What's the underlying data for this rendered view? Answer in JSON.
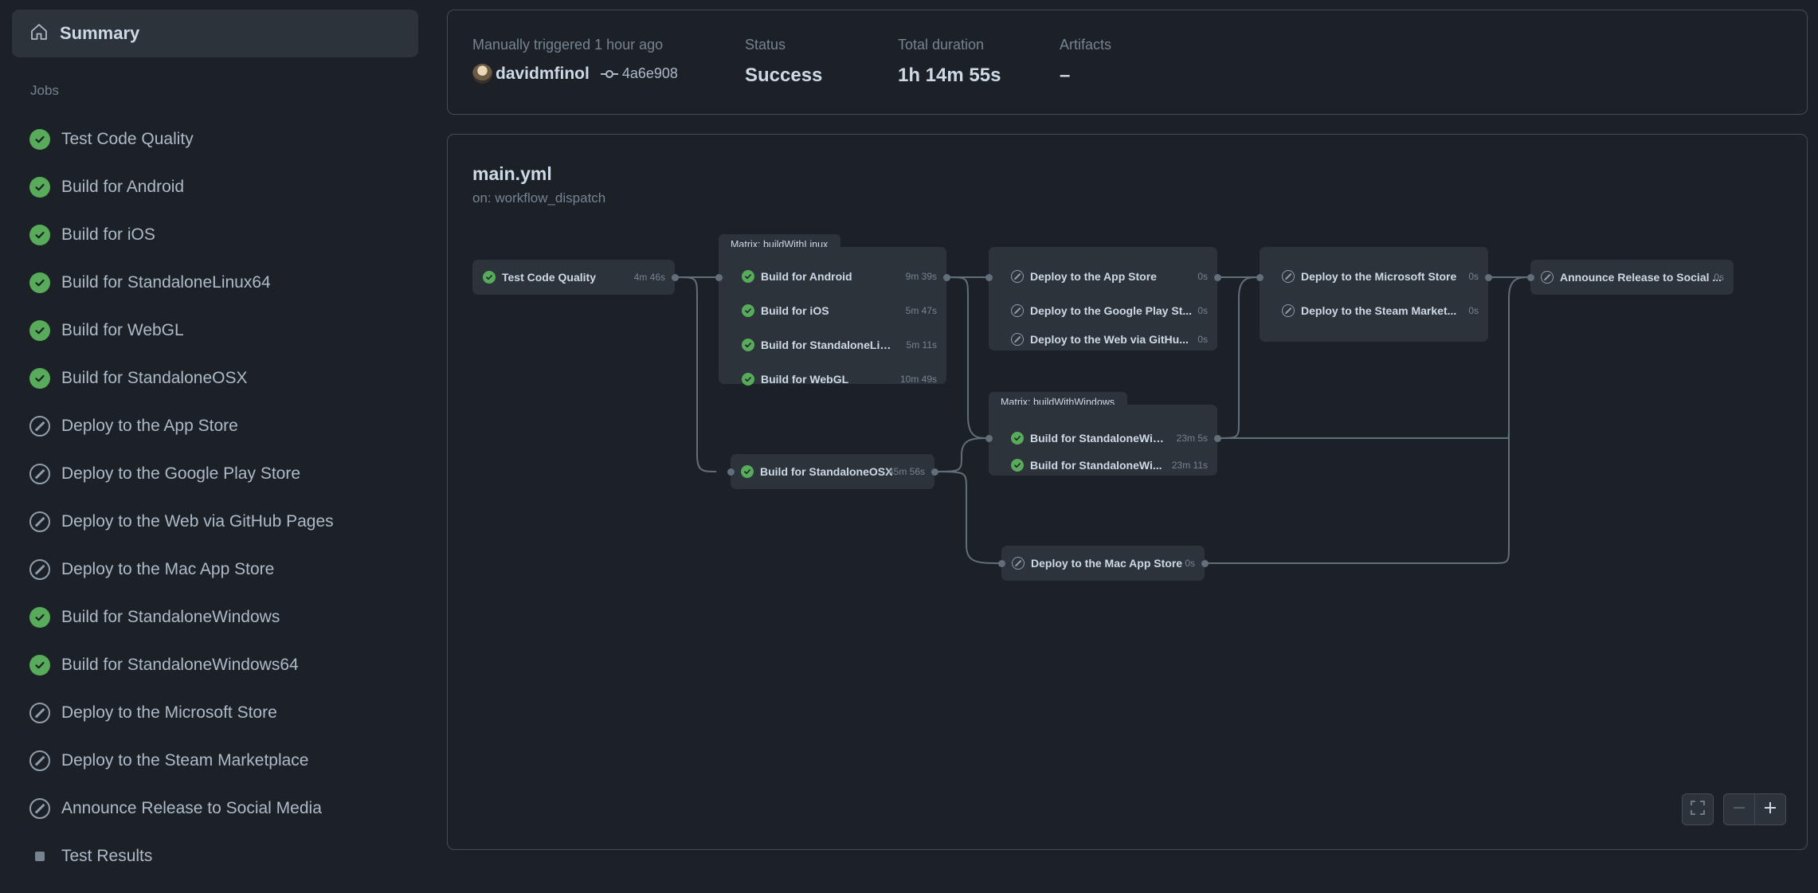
{
  "sidebar": {
    "summary_label": "Summary",
    "jobs_heading": "Jobs",
    "jobs": [
      {
        "label": "Test Code Quality",
        "status": "success"
      },
      {
        "label": "Build for Android",
        "status": "success"
      },
      {
        "label": "Build for iOS",
        "status": "success"
      },
      {
        "label": "Build for StandaloneLinux64",
        "status": "success"
      },
      {
        "label": "Build for WebGL",
        "status": "success"
      },
      {
        "label": "Build for StandaloneOSX",
        "status": "success"
      },
      {
        "label": "Deploy to the App Store",
        "status": "skipped"
      },
      {
        "label": "Deploy to the Google Play Store",
        "status": "skipped"
      },
      {
        "label": "Deploy to the Web via GitHub Pages",
        "status": "skipped"
      },
      {
        "label": "Deploy to the Mac App Store",
        "status": "skipped"
      },
      {
        "label": "Build for StandaloneWindows",
        "status": "success"
      },
      {
        "label": "Build for StandaloneWindows64",
        "status": "success"
      },
      {
        "label": "Deploy to the Microsoft Store",
        "status": "skipped"
      },
      {
        "label": "Deploy to the Steam Marketplace",
        "status": "skipped"
      },
      {
        "label": "Announce Release to Social Media",
        "status": "skipped"
      },
      {
        "label": "Test Results",
        "status": "artifact"
      }
    ]
  },
  "run_summary": {
    "trigger_label": "Manually triggered 1 hour ago",
    "actor": "davidmfinol",
    "commit": "4a6e908",
    "status_label": "Status",
    "status_value": "Success",
    "duration_label": "Total duration",
    "duration_value": "1h 14m 55s",
    "artifacts_label": "Artifacts",
    "artifacts_value": "–"
  },
  "workflow": {
    "file": "main.yml",
    "trigger": "on: workflow_dispatch",
    "matrix_linux_label": "Matrix: buildWithLinux",
    "matrix_windows_label": "Matrix: buildWithWindows",
    "nodes": {
      "test": {
        "label": "Test Code Quality",
        "duration": "4m 46s",
        "status": "success"
      },
      "android": {
        "label": "Build for Android",
        "duration": "9m 39s",
        "status": "success"
      },
      "ios": {
        "label": "Build for iOS",
        "duration": "5m 47s",
        "status": "success"
      },
      "linux64": {
        "label": "Build for StandaloneLinu...",
        "duration": "5m 11s",
        "status": "success"
      },
      "webgl": {
        "label": "Build for WebGL",
        "duration": "10m 49s",
        "status": "success"
      },
      "osx": {
        "label": "Build for StandaloneOSX",
        "duration": "45m 56s",
        "status": "success"
      },
      "appstore": {
        "label": "Deploy to the App Store",
        "duration": "0s",
        "status": "skipped"
      },
      "googleplay": {
        "label": "Deploy to the Google Play St...",
        "duration": "0s",
        "status": "skipped"
      },
      "web": {
        "label": "Deploy to the Web via GitHu...",
        "duration": "0s",
        "status": "skipped"
      },
      "win": {
        "label": "Build for StandaloneWin...",
        "duration": "23m 5s",
        "status": "success"
      },
      "win64": {
        "label": "Build for StandaloneWi...",
        "duration": "23m 11s",
        "status": "success"
      },
      "macappstore": {
        "label": "Deploy to the Mac App Store",
        "duration": "0s",
        "status": "skipped"
      },
      "msstore": {
        "label": "Deploy to the Microsoft Store",
        "duration": "0s",
        "status": "skipped"
      },
      "steam": {
        "label": "Deploy to the Steam Market...",
        "duration": "0s",
        "status": "skipped"
      },
      "announce": {
        "label": "Announce Release to Social ...",
        "duration": "0s",
        "status": "skipped"
      }
    }
  },
  "colors": {
    "success": "#57ab5a",
    "skipped": "#909dab",
    "connector": "#636e7b"
  },
  "icons": {
    "summary": "home-icon",
    "success": "check-circle-icon",
    "skipped": "skip-icon",
    "artifact": "square-icon",
    "commit": "git-commit-icon",
    "fullscreen": "fullscreen-icon",
    "zoom_out": "minus-icon",
    "zoom_in": "plus-icon"
  }
}
